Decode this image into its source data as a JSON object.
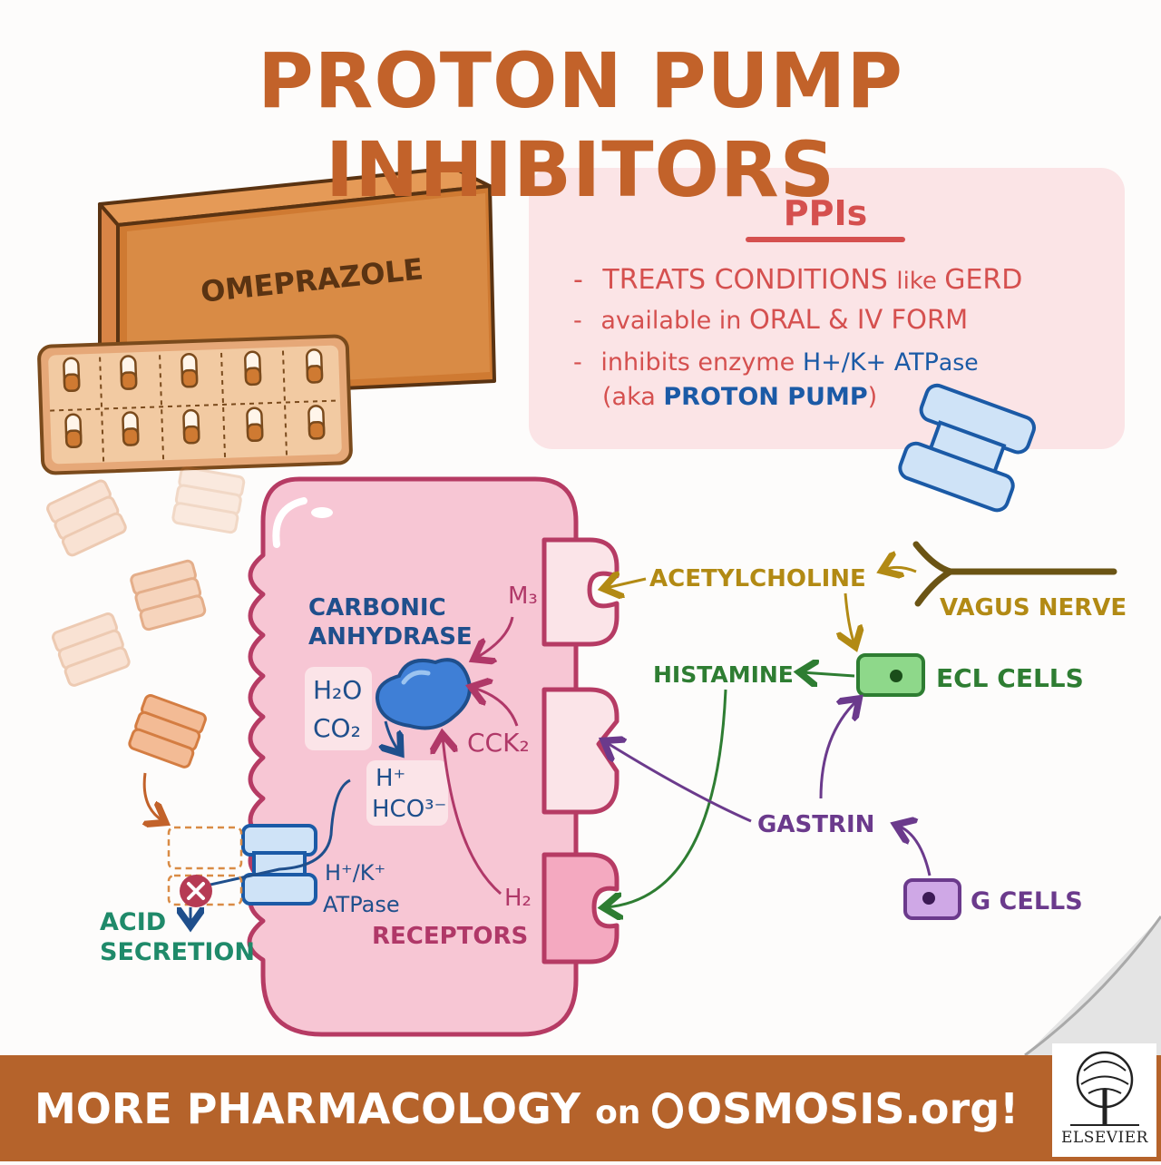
{
  "title": "PROTON PUMP INHIBITORS",
  "box_label": "OMEPRAZOLE",
  "info": {
    "heading": "PPIs",
    "line1": {
      "prefix": "- ",
      "text1": "TREATS CONDITIONS ",
      "text2": "like ",
      "text3": "GERD"
    },
    "line2": {
      "prefix": "- ",
      "text1": "available in ",
      "text2": "ORAL & IV FORM"
    },
    "line3": {
      "prefix": "- ",
      "text1": "inhibits enzyme ",
      "text2": "H+/K+ ",
      "text3": "ATP",
      "text4": "ase"
    },
    "line4": {
      "text1": "(aka ",
      "text2": "PROTON PUMP",
      "text3": ")"
    }
  },
  "cell": {
    "enzyme_line1": "CARBONIC",
    "enzyme_line2": "ANHYDRASE",
    "h2o": "H₂O",
    "co2": "CO₂",
    "h_plus": "H⁺",
    "hco3": "HCO³⁻",
    "pump_line1": "H⁺/K⁺",
    "pump_line2": "ATPase",
    "m3": "M₃",
    "cck2": "CCK₂",
    "h2": "H₂",
    "receptors": "RECEPTORS",
    "acid_line1": "ACID",
    "acid_line2": "SECRETION"
  },
  "signals": {
    "acetylcholine": "ACETYLCHOLINE",
    "vagus": "VAGUS NERVE",
    "histamine": "HISTAMINE",
    "ecl": "ECL CELLS",
    "gastrin": "GASTRIN",
    "gcells": "G CELLS"
  },
  "footer": {
    "text1": "MORE PHARMACOLOGY ",
    "text2": "on ",
    "brand": "OSMOSIS.org",
    "bang": "!"
  },
  "publisher": "ELSEVIER",
  "colors": {
    "title": "#c2622a",
    "footer_bg": "#b5632b",
    "info_bg": "#fbe4e6",
    "info_text": "#d5504f",
    "info_blue": "#1b5aa6",
    "cell_fill": "#f7c6d4",
    "cell_stroke": "#b63b64",
    "enzyme_text": "#1f4f8c",
    "acetylcholine": "#b28a14",
    "vagus": "#6b5414",
    "histamine": "#2e7d32",
    "gastrin": "#6b3a8c",
    "receptor_text": "#b03868",
    "acid": "#1f8a6a"
  }
}
